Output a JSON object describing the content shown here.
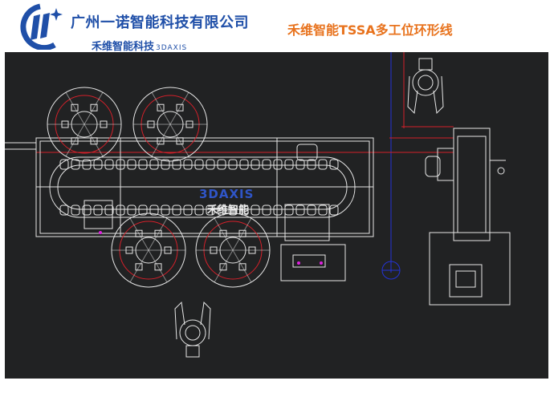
{
  "header": {
    "company_name": "广州一诺智能科技有限公司",
    "sub_brand": "禾维智能科技",
    "sub_brand_mark": "3DAXIS",
    "title": "禾维智能TSSA多工位环形线"
  },
  "drawing": {
    "watermark_logo": "3DAXIS",
    "watermark_text": "禾维智能",
    "colors": {
      "background": "#212223",
      "lines": "#e6e6e6",
      "red": "#d4202a",
      "blue": "#2433d6",
      "magenta": "#e020e0",
      "title": "#e8731e",
      "brand": "#1f4fa8"
    }
  }
}
